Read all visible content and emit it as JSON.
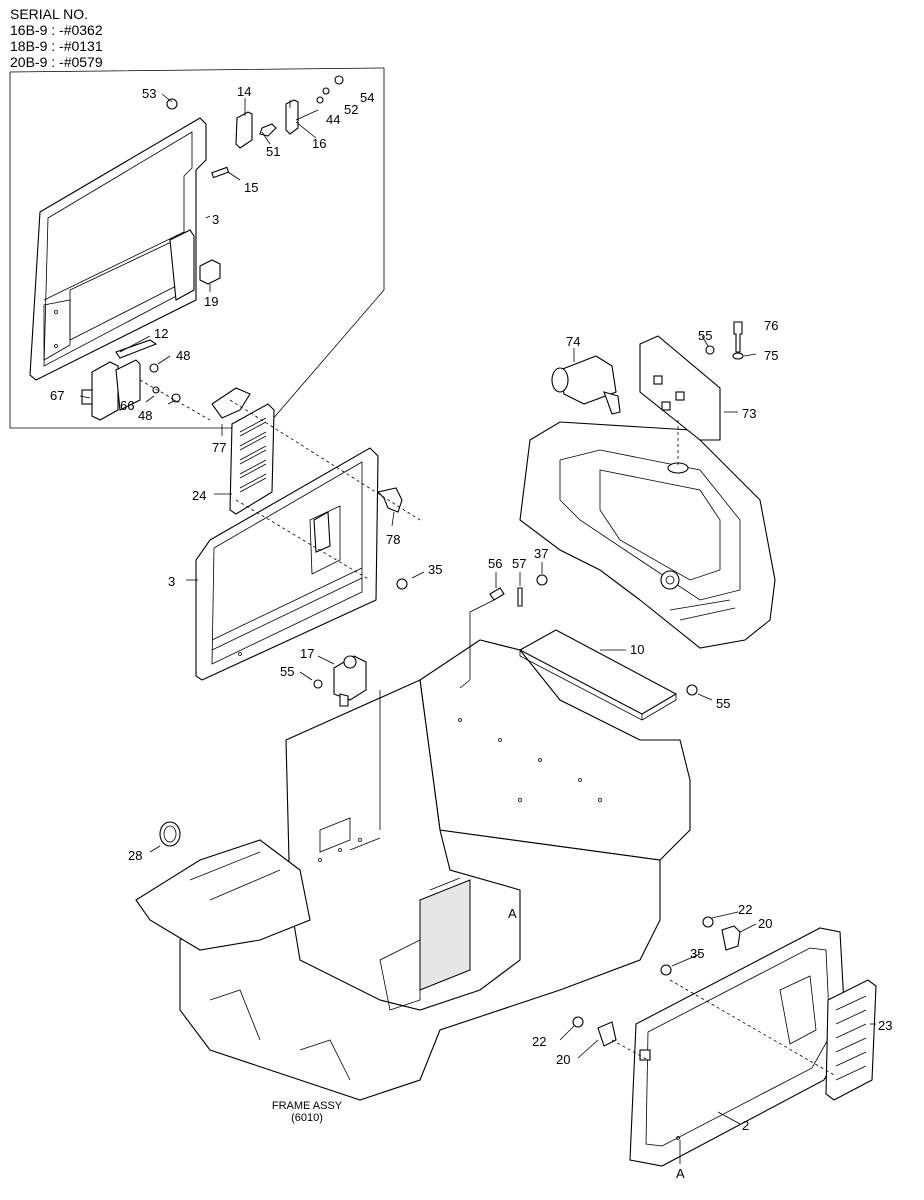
{
  "serial": {
    "title": "SERIAL NO.",
    "lines": [
      "16B-9 : -#0362",
      "18B-9 : -#0131",
      "20B-9 : -#0579"
    ]
  },
  "frame_label": {
    "line1": "FRAME ASSY",
    "line2": "(6010)"
  },
  "callouts": {
    "c53": "53",
    "c14": "14",
    "c44": "44",
    "c52": "52",
    "c54": "54",
    "c51": "51",
    "c16": "16",
    "c15": "15",
    "c3a": "3",
    "c19": "19",
    "c12": "12",
    "c48a": "48",
    "c67": "67",
    "c66": "66",
    "c48b": "48",
    "c77": "77",
    "c24": "24",
    "c78": "78",
    "c3b": "3",
    "c35a": "35",
    "c74": "74",
    "c55a": "55",
    "c76": "76",
    "c75": "75",
    "c73": "73",
    "c56": "56",
    "c57": "57",
    "c37": "37",
    "c10": "10",
    "c55b": "55",
    "c17": "17",
    "c55c": "55",
    "c28": "28",
    "cA1": "A",
    "c22a": "22",
    "c20a": "20",
    "c35b": "35",
    "c23": "23",
    "c22b": "22",
    "c20b": "20",
    "c2": "2",
    "cA2": "A"
  }
}
